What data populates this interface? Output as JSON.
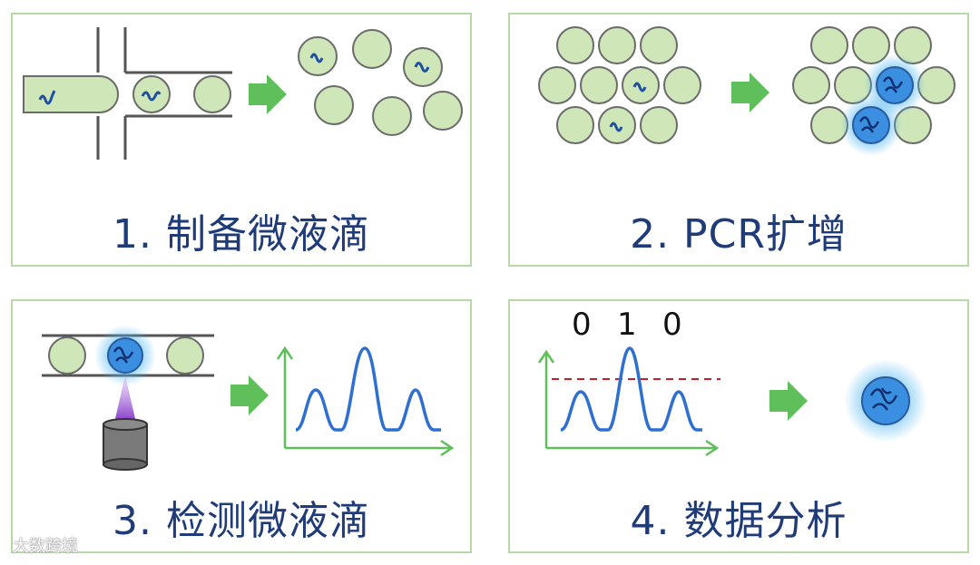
{
  "colors": {
    "droplet_fill": "#cfe6b8",
    "droplet_stroke": "#6b6b6b",
    "arrow": "#5fbf5a",
    "axis": "#5fbf5a",
    "signal": "#2f6fd0",
    "dna": "#1f4fa0",
    "glow": "#48b4f0",
    "threshold": "#c0202a",
    "panel_border": "#b9d8a8",
    "caption": "#1f3b78"
  },
  "panels": [
    {
      "caption": "1. 制备微液滴"
    },
    {
      "caption": "2. PCR扩增"
    },
    {
      "caption": "3. 检测微液滴"
    },
    {
      "caption": "4. 数据分析"
    }
  ],
  "digital_readout": [
    "0",
    "1",
    "0"
  ],
  "watermark": "大数跨境",
  "icons": [
    "arrow-right-icon",
    "detector-icon",
    "droplet-icon",
    "dna-strand-icon"
  ]
}
